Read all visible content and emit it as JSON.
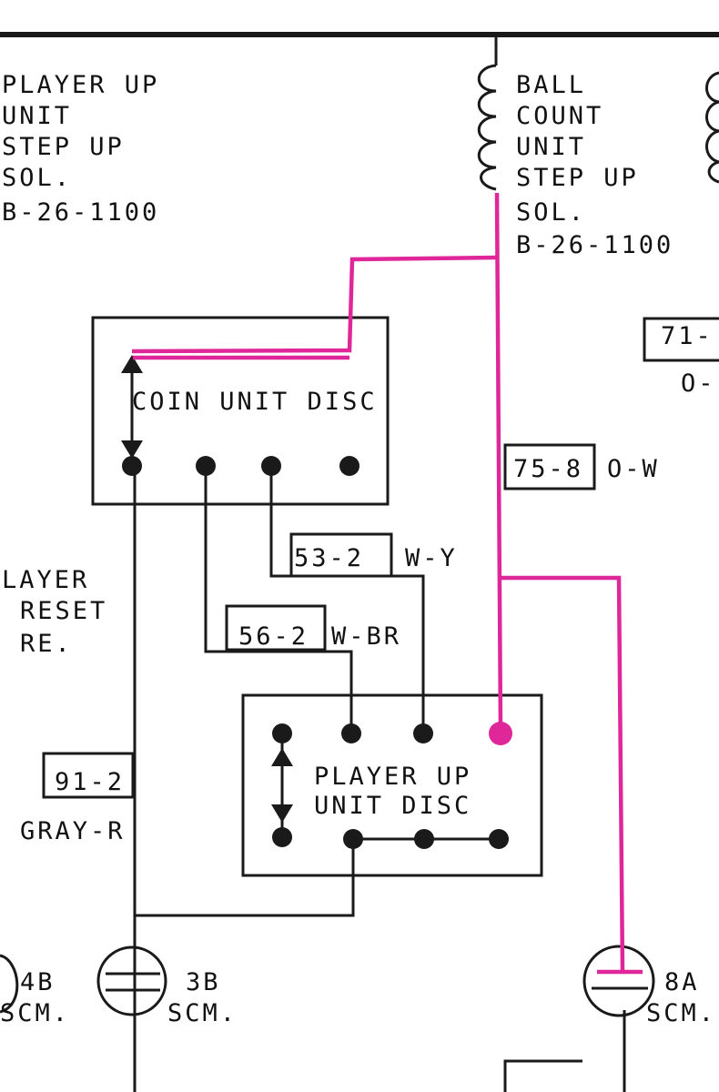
{
  "schematic": {
    "player_up_solenoid": {
      "lines": [
        "PLAYER UP",
        "UNIT",
        "STEP UP",
        "SOL.",
        "B-26-1100"
      ]
    },
    "ball_count_solenoid": {
      "lines": [
        "BALL",
        "COUNT",
        "UNIT",
        "STEP UP",
        "SOL.",
        "B-26-1100"
      ]
    },
    "right_edge_label": {
      "tag": "71-",
      "wire": "O-"
    },
    "coin_unit_disc": {
      "label": "COIN UNIT DISC"
    },
    "player_up_unit_disc": {
      "lines": [
        "PLAYER UP",
        "UNIT DISC"
      ]
    },
    "player_reset_relay": {
      "lines": [
        "LAYER",
        "RESET",
        "RE."
      ]
    },
    "wire_tags": [
      {
        "tag": "75-8",
        "color": "O-W"
      },
      {
        "tag": "53-2",
        "color": "W-Y"
      },
      {
        "tag": "56-2",
        "color": "W-BR"
      },
      {
        "tag": "91-2",
        "color": "GRAY-R"
      }
    ],
    "scm_lamps": [
      {
        "id": "4B",
        "suffix": "SCM."
      },
      {
        "id": "3B",
        "suffix": "SCM."
      },
      {
        "id": "8A",
        "suffix": "SCM."
      }
    ],
    "colors": {
      "highlight_wire": "#e0279a",
      "ink": "#1a1a1a"
    }
  }
}
